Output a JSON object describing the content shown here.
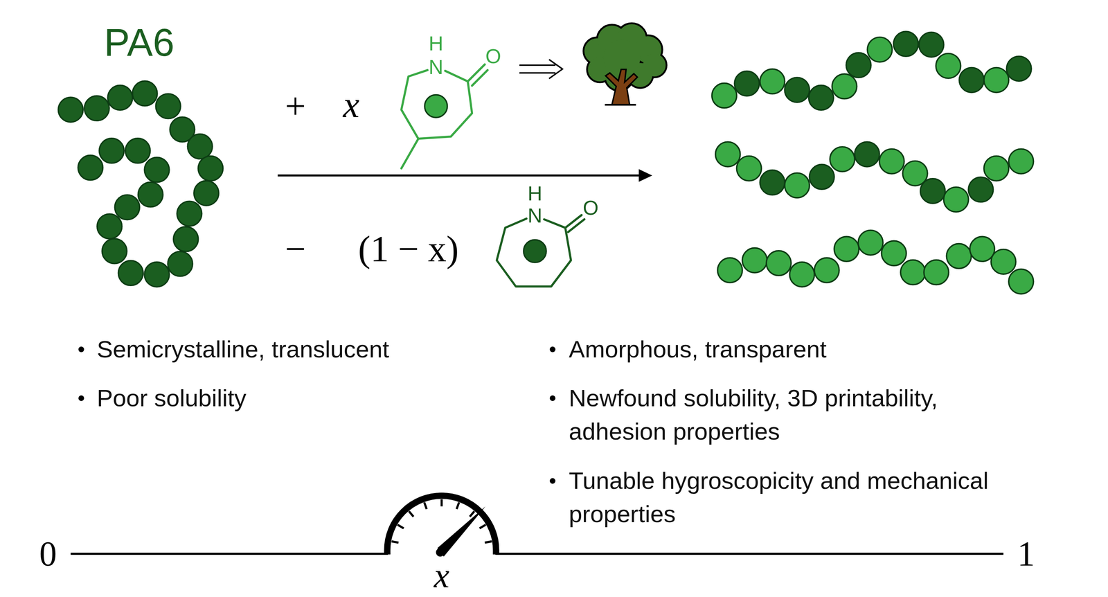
{
  "diagram": {
    "labels": [
      "PA6",
      "+",
      "x",
      "H",
      "N",
      "O",
      "H",
      "N",
      "O",
      "−",
      "(1 − x)",
      "Semicrystalline, translucent",
      "Poor solubility",
      "Amorphous, transparent",
      "Newfound solubility, 3D printability, adhesion properties",
      "Tunable hygroscopicity and mechanical properties",
      "0",
      "1",
      "x"
    ]
  }
}
